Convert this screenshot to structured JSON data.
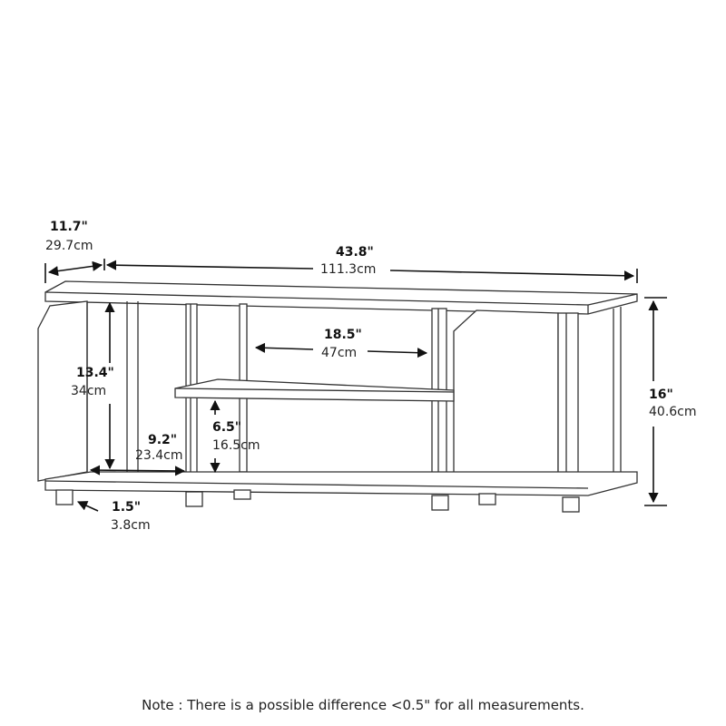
{
  "diagram": {
    "subject": "TV stand dimension drawing",
    "dimensions": {
      "depth": {
        "inches": "11.7\"",
        "cm": "29.7cm"
      },
      "width": {
        "inches": "43.8\"",
        "cm": "111.3cm"
      },
      "height": {
        "inches": "16\"",
        "cm": "40.6cm"
      },
      "center_opening_width": {
        "inches": "18.5\"",
        "cm": "47cm"
      },
      "cabinet_inner_height": {
        "inches": "13.4\"",
        "cm": "34cm"
      },
      "cabinet_inner_depth": {
        "inches": "9.2\"",
        "cm": "23.4cm"
      },
      "lower_shelf_clearance": {
        "inches": "6.5\"",
        "cm": "16.5cm"
      },
      "leg_height": {
        "inches": "1.5\"",
        "cm": "3.8cm"
      }
    },
    "note": "Note : There is a possible difference <0.5\" for all measurements."
  }
}
